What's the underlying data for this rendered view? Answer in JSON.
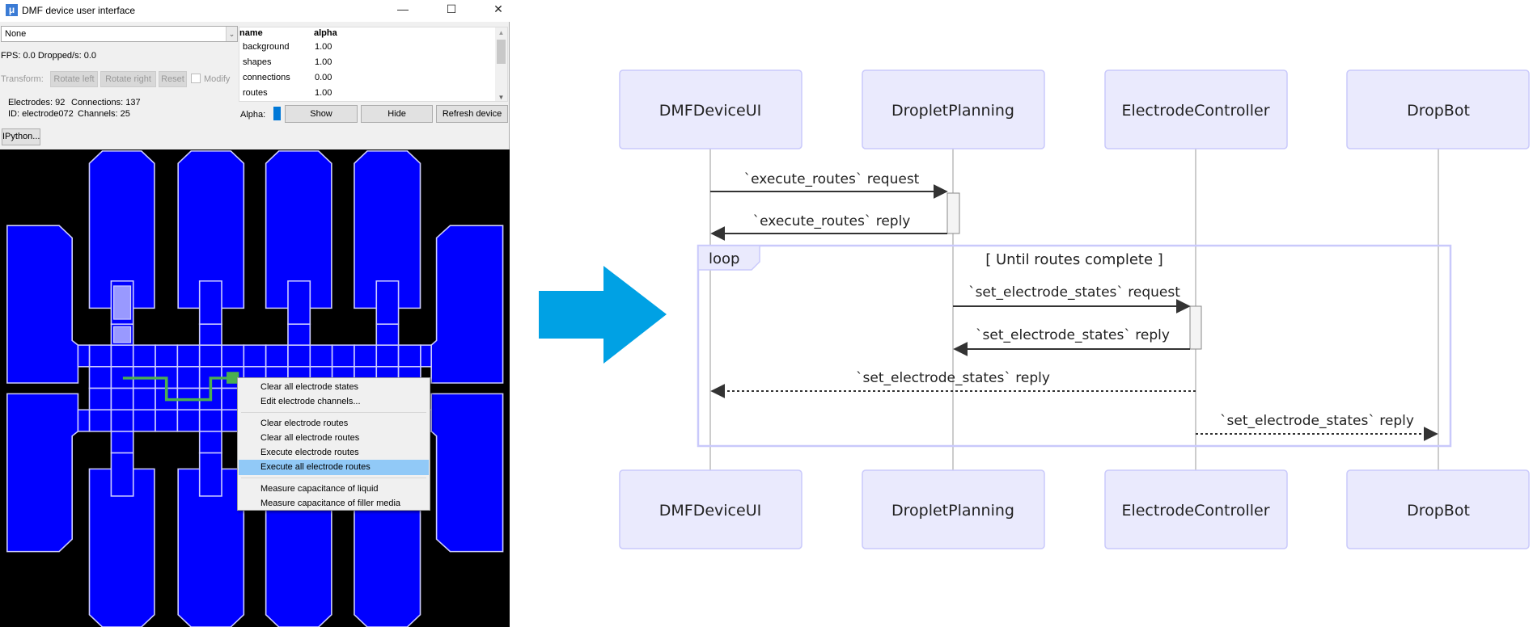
{
  "window": {
    "title": "DMF device user interface",
    "controls": {
      "minimize": "—",
      "maximize": "☐",
      "close": "✕"
    },
    "combo": {
      "value": "None",
      "arrow": "⌄"
    },
    "fps_text": "FPS: 0.0  Dropped/s: 0.0",
    "transform": {
      "label": "Transform:",
      "rotate_left": "Rotate left",
      "rotate_right": "Rotate right",
      "reset": "Reset",
      "modify": "Modify"
    },
    "stats": {
      "electrodes": "Electrodes: 92",
      "connections": "Connections: 137",
      "id": "ID: electrode072",
      "channels": "Channels: 25"
    },
    "ipython_button": "IPython...",
    "layers_table": {
      "headers": [
        "name",
        "alpha"
      ],
      "rows": [
        {
          "name": "background",
          "alpha": "1.00"
        },
        {
          "name": "shapes",
          "alpha": "1.00"
        },
        {
          "name": "connections",
          "alpha": "0.00"
        },
        {
          "name": "routes",
          "alpha": "1.00"
        }
      ]
    },
    "alpha_label": "Alpha:",
    "alpha_color": "#0078d7",
    "buttons": {
      "show": "Show",
      "hide": "Hide",
      "refresh": "Refresh device"
    },
    "canvas_colors": {
      "electrode": "#0000ff",
      "selected": "#9999ff",
      "route": "#4caf50",
      "background": "#000000"
    },
    "context_menu": {
      "items": [
        "Clear all electrode states",
        "Edit electrode channels...",
        "Clear electrode routes",
        "Clear all electrode routes",
        "Execute electrode routes",
        "Execute all electrode routes",
        "Measure capacitance of liquid",
        "Measure capacitance of filler media"
      ],
      "highlighted": "Execute all electrode routes"
    }
  },
  "arrow_color": "#00a1e4",
  "sequence": {
    "participants": [
      "DMFDeviceUI",
      "DropletPlanning",
      "ElectrodeController",
      "DropBot"
    ],
    "messages": [
      {
        "from": "DMFDeviceUI",
        "to": "DropletPlanning",
        "text": "`execute_routes` request",
        "style": "solid"
      },
      {
        "from": "DropletPlanning",
        "to": "DMFDeviceUI",
        "text": "`execute_routes` reply",
        "style": "solid"
      },
      {
        "from": "DropletPlanning",
        "to": "ElectrodeController",
        "text": "`set_electrode_states` request",
        "style": "solid"
      },
      {
        "from": "ElectrodeController",
        "to": "DropletPlanning",
        "text": "`set_electrode_states` reply",
        "style": "solid"
      },
      {
        "from": "ElectrodeController",
        "to": "DMFDeviceUI",
        "text": "`set_electrode_states` reply",
        "style": "dotted"
      },
      {
        "from": "ElectrodeController",
        "to": "DropBot",
        "text": "`set_electrode_states` reply",
        "style": "dotted"
      }
    ],
    "loop": {
      "label": "loop",
      "condition": "[ Until routes complete ]"
    }
  }
}
